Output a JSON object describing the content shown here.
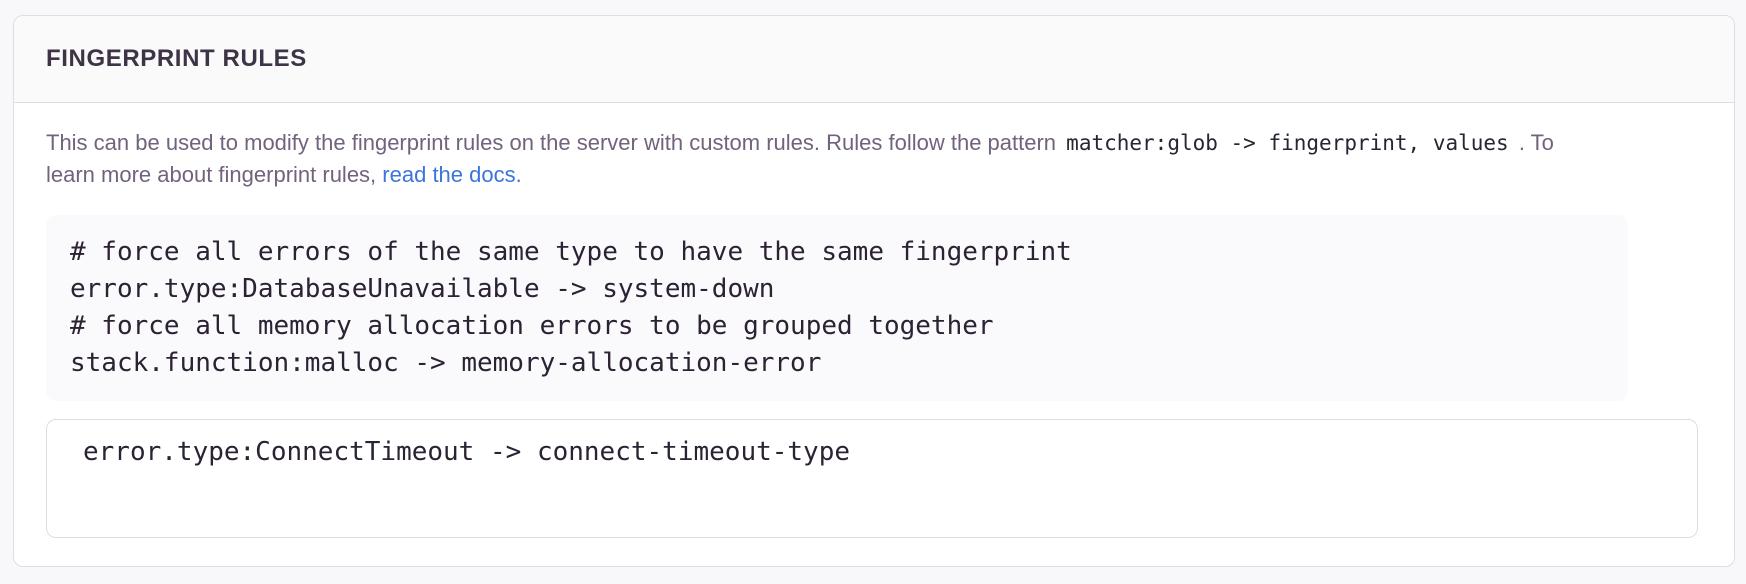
{
  "panel": {
    "title": "FINGERPRINT RULES",
    "description": {
      "text_before": "This can be used to modify the fingerprint rules on the server with custom rules. Rules follow the pattern",
      "pattern_code": "matcher:glob -> fingerprint, values",
      "text_after": ". To learn more about fingerprint rules,",
      "link_label": "read the docs."
    },
    "example_code": {
      "lines": [
        "# force all errors of the same type to have the same fingerprint",
        "error.type:DatabaseUnavailable -> system-down",
        "# force all memory allocation errors to be grouped together",
        "stack.function:malloc -> memory-allocation-error"
      ]
    },
    "rules_textarea": {
      "value": "error.type:ConnectTimeout -> connect-timeout-type"
    }
  },
  "colors": {
    "page_bg": "#f8f8fa",
    "card_bg": "#ffffff",
    "header_bg": "#fafafb",
    "border": "#dfdce5",
    "title_text": "#3e3446",
    "body_text": "#71637e",
    "code_text": "#2b2233",
    "link": "#3d74db",
    "code_block_bg": "#faf9fb"
  }
}
